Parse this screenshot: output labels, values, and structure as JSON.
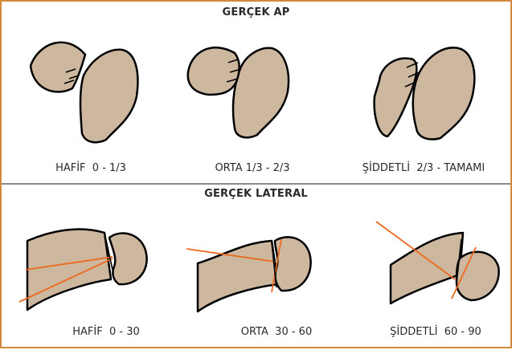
{
  "sections": {
    "ap": {
      "title": "GERÇEK AP",
      "captions": [
        "HAFİF  0 - 1/3",
        "ORTA 1/3 - 2/3",
        "ŞİDDETLİ  2/3 - TAMAMI"
      ]
    },
    "lateral": {
      "title": "GERÇEK LATERAL",
      "captions": [
        "HAFİF  0 - 30",
        "ORTA  30 - 60",
        "ŞİDDETLİ  60 - 90"
      ]
    }
  },
  "colors": {
    "frame": "#d08a3c",
    "bone": "#cdb89f",
    "reference_lines": "#ec6a1c",
    "divider": "#8a8a8a"
  }
}
